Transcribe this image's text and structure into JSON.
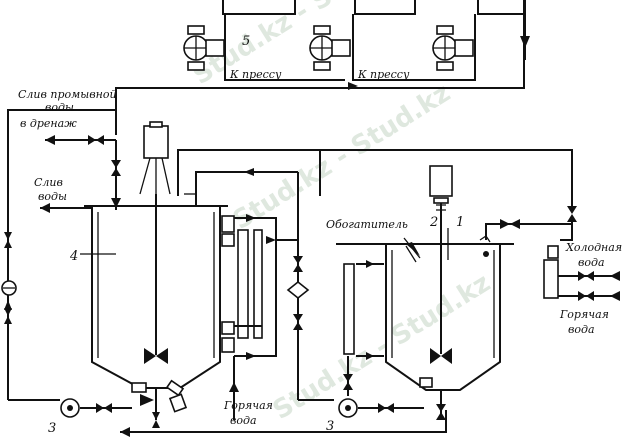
{
  "labels": {
    "press_1": "К прессу",
    "press_2": "К прессу",
    "rinse_1": "Слив промывной",
    "rinse_2": "воды .",
    "rinse_3": "в дренаж",
    "drain_1": "Слив",
    "drain_2": "воды",
    "heater": "Обогатитель",
    "cold_1": "Холодная",
    "cold_2": "вода",
    "hot_right_1": "Горячая",
    "hot_right_2": "вода",
    "hot_bottom_1": "Горячая",
    "hot_bottom_2": "вода"
  },
  "numbers": {
    "n1": "1",
    "n2": "2",
    "n3a": "3",
    "n3b": "3",
    "n4": "4",
    "n5": "5"
  },
  "watermark": {
    "text": "Stud.kz - Stud.kz"
  }
}
